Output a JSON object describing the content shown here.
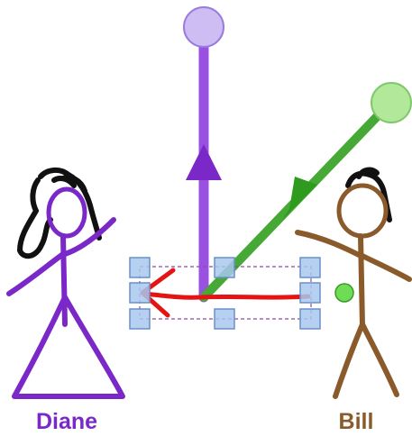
{
  "labels": {
    "diane": "Diane",
    "bill": "Bill"
  },
  "colors": {
    "diane": "#7a28c8",
    "bill": "#8a5a2b",
    "hair": "#111111",
    "purple_arrow": "#9a50e0",
    "purple_handle": "#cdbdf3",
    "green_arrow": "#46a835",
    "green_handle": "#b2e89a",
    "red_arrow": "#e41414",
    "selection_handle": "#a8c8ee",
    "selection_border": "#6b8fc9"
  },
  "selection": {
    "handle_count": 8
  }
}
